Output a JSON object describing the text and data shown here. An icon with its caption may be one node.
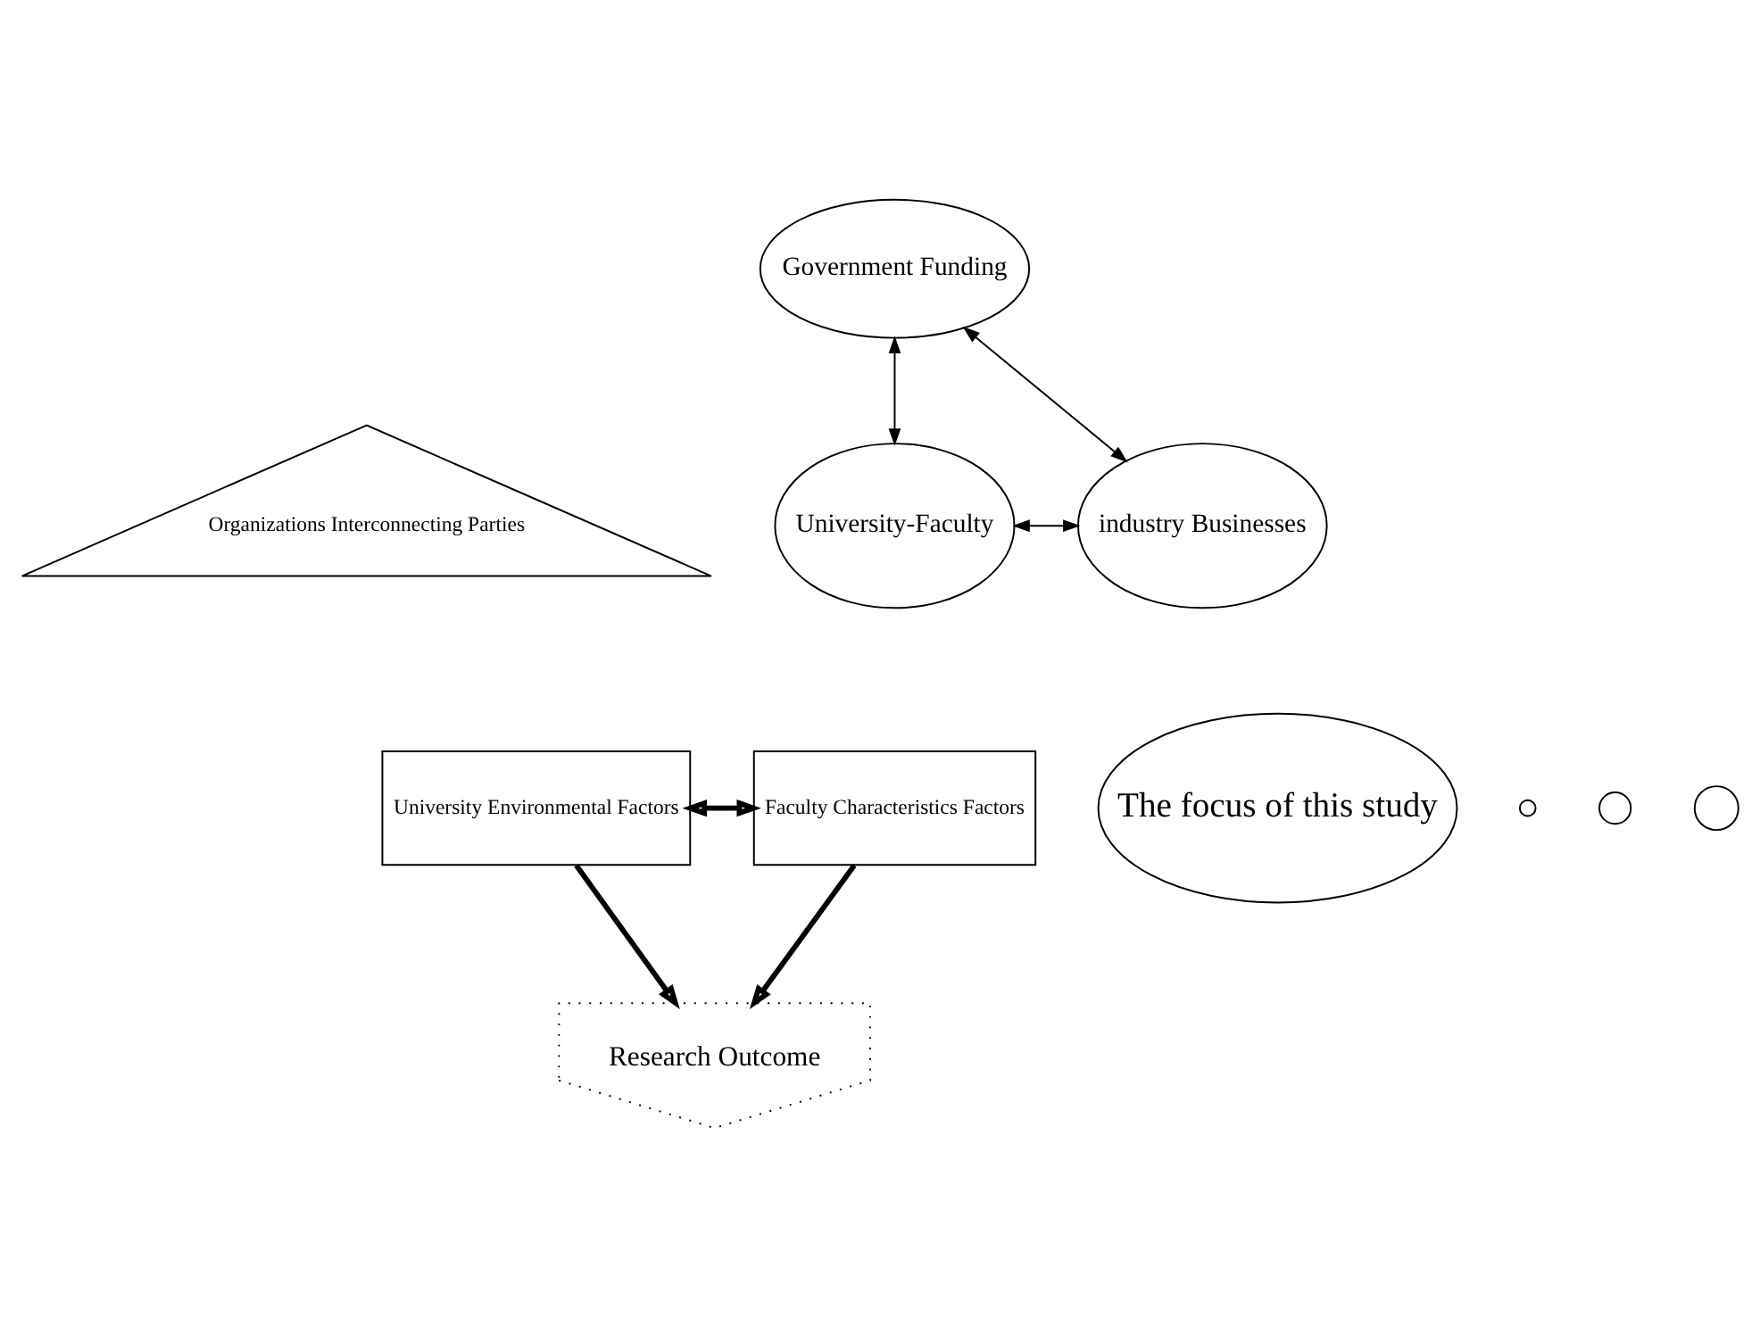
{
  "diagram": {
    "nodes": [
      {
        "text": [
          "Government Funding"
        ]
      },
      {
        "text": [
          "University-Faculty"
        ]
      },
      {
        "text": [
          "Organizations Interconnecting Parties"
        ]
      },
      {
        "text": [
          "industry Businesses"
        ]
      },
      {
        "text": [
          "University Environmental Factors"
        ]
      },
      {
        "text": [
          "Faculty Characteristics Factors"
        ]
      },
      {
        "text": [
          "Research Outcome"
        ]
      },
      {
        "text": [],
        "shape": "circle"
      },
      {
        "text": [],
        "shape": "circle"
      },
      {
        "text": [],
        "shape": "circle"
      },
      {
        "text": [
          "The focus of this study"
        ]
      }
    ],
    "edges": [
      {
        "from": 1,
        "to": 0,
        "arrow": "both"
      },
      {
        "from": 0,
        "to": 3,
        "arrow": "both"
      },
      {
        "from": 1,
        "to": 3,
        "arrow": "both"
      },
      {
        "from": 4,
        "to": 5,
        "arrow": "both",
        "style": "thick"
      },
      {
        "from": 4,
        "to": 6,
        "arrow": "to",
        "style": "thick"
      },
      {
        "from": 5,
        "to": 6,
        "arrow": "to",
        "style": "thick"
      }
    ]
  }
}
